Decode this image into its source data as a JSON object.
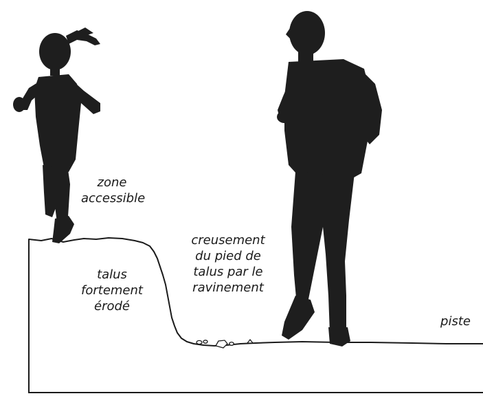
{
  "colors": {
    "silhouette": "#1e1e1e",
    "line": "#1a1a1a",
    "background": "#ffffff"
  },
  "figures": {
    "child": "child-running-silhouette",
    "adult": "adult-running-silhouette"
  },
  "labels": {
    "zone_accessible": [
      "zone",
      "accessible"
    ],
    "talus": [
      "talus",
      "fortement",
      "érodé"
    ],
    "creusement": [
      "creusement",
      "du pied de",
      "talus par le",
      "ravinement"
    ],
    "piste": [
      "piste"
    ]
  }
}
